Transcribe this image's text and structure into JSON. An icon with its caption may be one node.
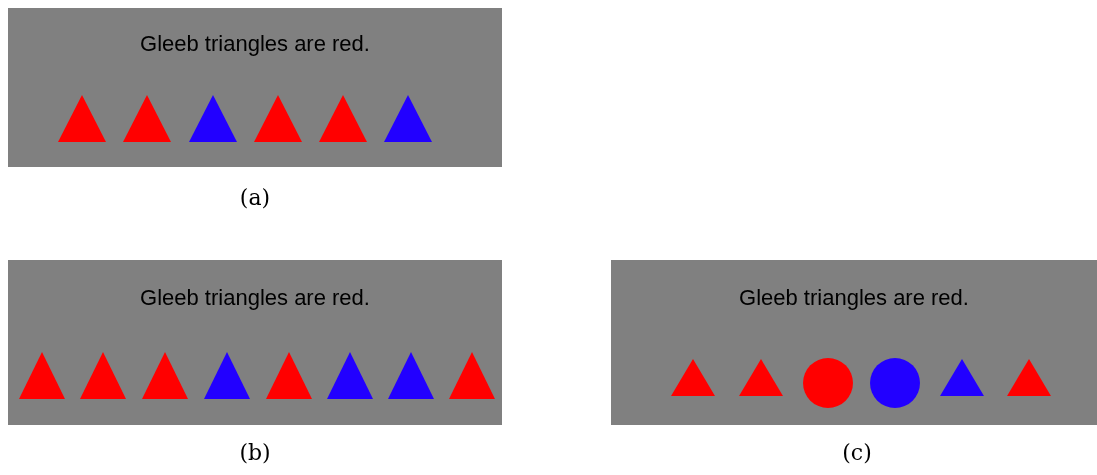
{
  "diagram": {
    "nodes": [
      {
        "text": [
          "Gleeb triangles are red."
        ],
        "beside": [
          "(a)"
        ]
      },
      {
        "text": [],
        "shape": "triangle",
        "in": 0
      },
      {
        "text": [],
        "shape": "triangle",
        "in": 0
      },
      {
        "text": [],
        "shape": "triangle",
        "in": 0
      },
      {
        "text": [],
        "shape": "triangle",
        "in": 0
      },
      {
        "text": [],
        "shape": "triangle",
        "in": 0
      },
      {
        "text": [],
        "shape": "triangle",
        "in": 0
      },
      {
        "text": [
          "Gleeb triangles are red."
        ],
        "beside": [
          "(b)"
        ]
      },
      {
        "text": [],
        "shape": "triangle",
        "in": 7
      },
      {
        "text": [],
        "shape": "triangle",
        "in": 7
      },
      {
        "text": [],
        "shape": "triangle",
        "in": 7
      },
      {
        "text": [],
        "shape": "triangle",
        "in": 7
      },
      {
        "text": [],
        "shape": "triangle",
        "in": 7
      },
      {
        "text": [],
        "shape": "triangle",
        "in": 7
      },
      {
        "text": [],
        "shape": "triangle",
        "in": 7
      },
      {
        "text": [],
        "shape": "triangle",
        "in": 7
      },
      {
        "text": [
          "Gleeb triangles are red."
        ],
        "beside": [
          "(c)"
        ]
      },
      {
        "text": [],
        "shape": "triangle",
        "in": 16
      },
      {
        "text": [],
        "shape": "triangle",
        "in": 16
      },
      {
        "text": [],
        "shape": "circle",
        "in": 16
      },
      {
        "text": [],
        "shape": "circle",
        "in": 16
      },
      {
        "text": [],
        "shape": "triangle",
        "in": 16
      },
      {
        "text": [],
        "shape": "triangle",
        "in": 16
      }
    ]
  }
}
